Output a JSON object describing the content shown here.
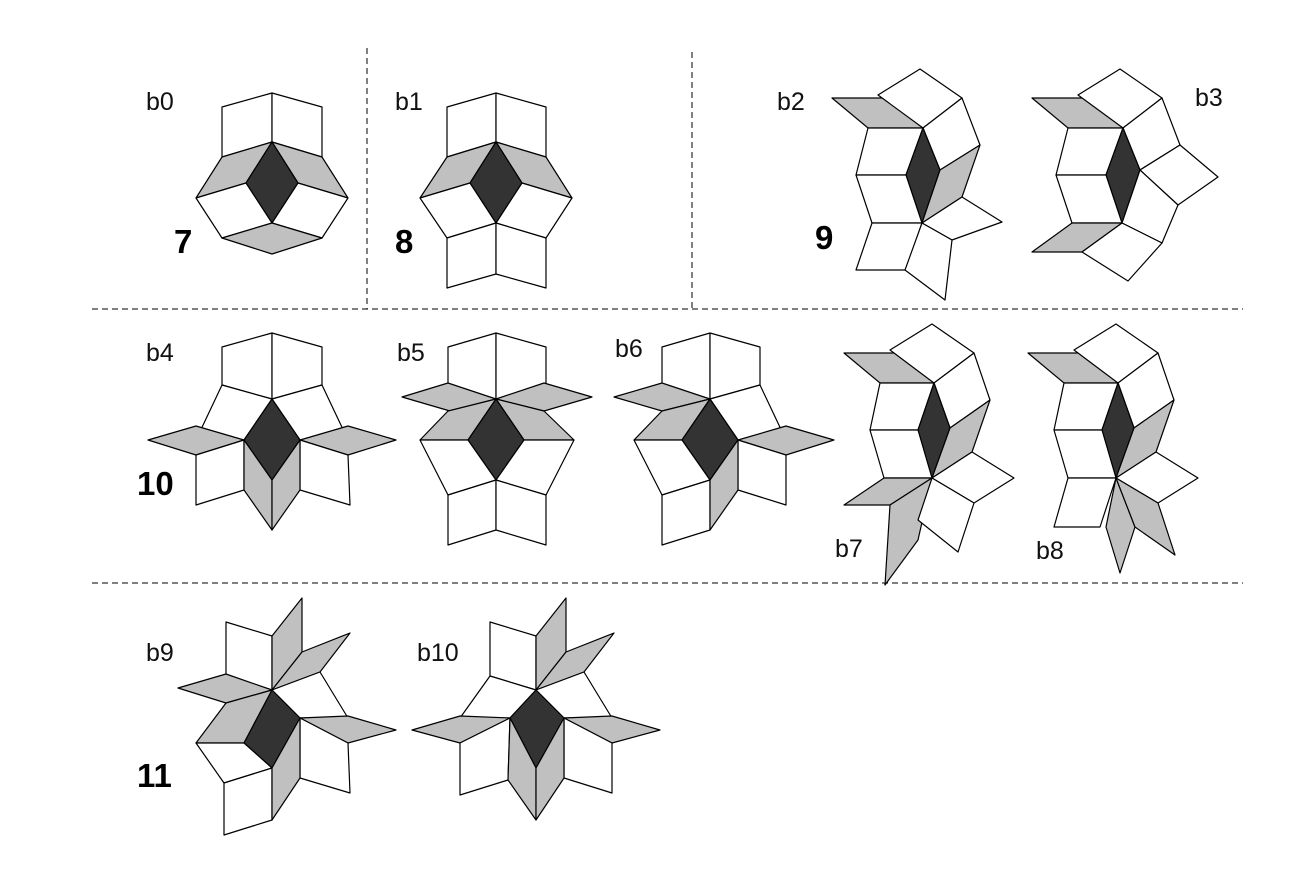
{
  "colors": {
    "white": "#ffffff",
    "gray": "#c0c0c0",
    "dark": "#333333"
  },
  "figures": [
    {
      "id": "b0",
      "label": "b0",
      "group_number": "7"
    },
    {
      "id": "b1",
      "label": "b1",
      "group_number": "8"
    },
    {
      "id": "b2",
      "label": "b2",
      "group_number": "9"
    },
    {
      "id": "b3",
      "label": "b3"
    },
    {
      "id": "b4",
      "label": "b4",
      "group_number": "10"
    },
    {
      "id": "b5",
      "label": "b5"
    },
    {
      "id": "b6",
      "label": "b6"
    },
    {
      "id": "b7",
      "label": "b7"
    },
    {
      "id": "b8",
      "label": "b8"
    },
    {
      "id": "b9",
      "label": "b9",
      "group_number": "11"
    },
    {
      "id": "b10",
      "label": "b10"
    }
  ]
}
